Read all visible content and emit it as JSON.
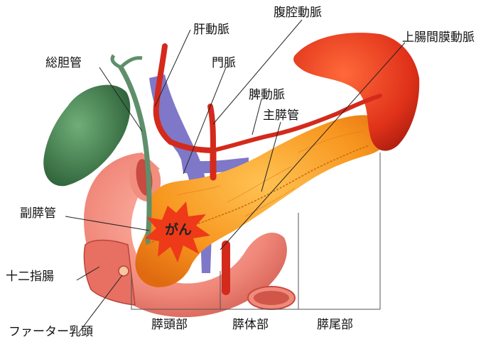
{
  "labels": {
    "hepatic_artery": "肝動脈",
    "celiac_artery": "腹腔動脈",
    "superior_mesenteric_artery": "上腸間膜動脈",
    "common_bile_duct": "総胆管",
    "portal_vein": "門脈",
    "splenic_artery": "脾動脈",
    "main_pancreatic_duct": "主膵管",
    "accessory_pancreatic_duct": "副膵管",
    "duodenum": "十二指腸",
    "papilla_of_vater": "ファーター乳頭",
    "pancreas_head": "膵頭部",
    "pancreas_body": "膵体部",
    "pancreas_tail": "膵尾部",
    "cancer": "がん"
  },
  "colors": {
    "pancreas": "#f7961f",
    "spleen": "#e0321a",
    "gallbladder": "#3d7a4a",
    "duodenum": "#f0887a",
    "artery": "#d42a1c",
    "vein": "#7f78c8",
    "bile_duct": "#5e8f6a",
    "cancer": "#ee3a18"
  }
}
